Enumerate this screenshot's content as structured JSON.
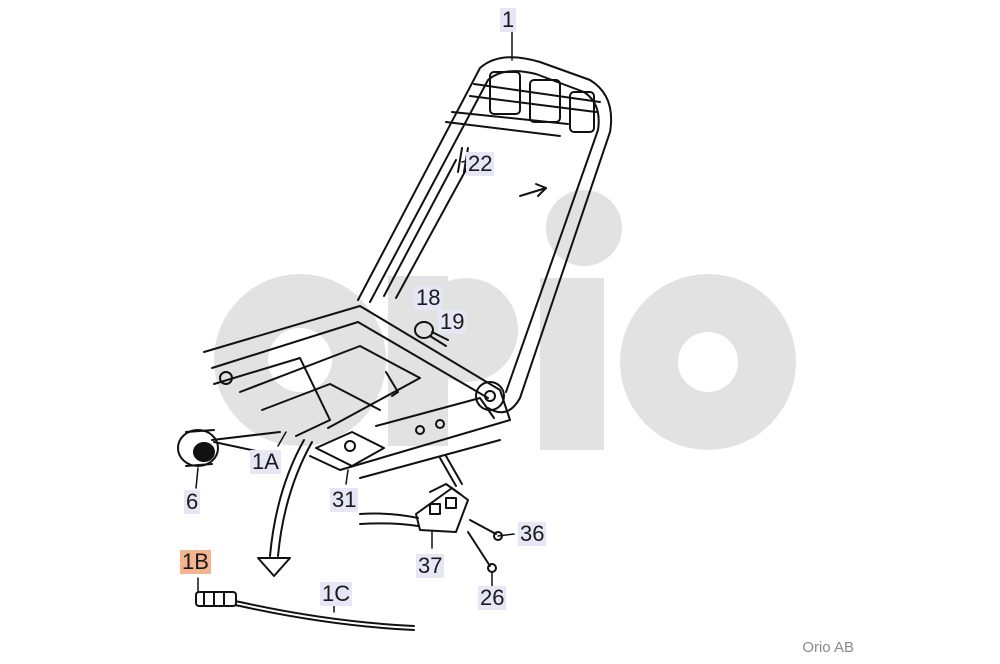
{
  "watermark": {
    "text": "orio",
    "color": "#e2e2e2"
  },
  "callouts": {
    "c1": "1",
    "c22": "22",
    "c18": "18",
    "c19": "19",
    "c1A": "1A",
    "c6": "6",
    "c31": "31",
    "c36": "36",
    "c37": "37",
    "c26": "26",
    "c1B": "1B",
    "c1C": "1C"
  },
  "highlighted_part": "1B",
  "colors": {
    "label_bg": "#e6e6f6",
    "highlight_bg": "#f3b48f",
    "line": "#111111"
  },
  "credit": "Orio AB"
}
